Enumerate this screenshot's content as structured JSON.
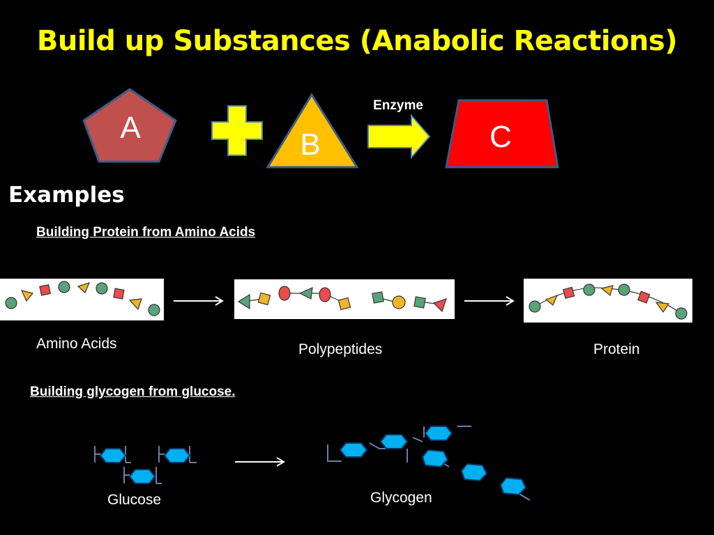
{
  "title": "Build up Substances (Anabolic Reactions)",
  "reaction": {
    "shape_a_label": "A",
    "shape_b_label": "B",
    "shape_c_label": "C",
    "enzyme_label": "Enzyme",
    "colors": {
      "a_fill": "#c0504d",
      "b_fill": "#ffc000",
      "c_fill": "#ff0000",
      "plus": "#ffff00",
      "arrow_fill": "#ffff00",
      "arrow_stroke": "#4f81bd"
    }
  },
  "examples_heading": "Examples",
  "protein_example": {
    "heading": "Building Protein from Amino Acids",
    "stages": [
      {
        "label": "Amino Acids"
      },
      {
        "label": "Polypeptides"
      },
      {
        "label": "Protein"
      }
    ]
  },
  "glycogen_example": {
    "heading": "Building glycogen from glucose.",
    "stages": [
      {
        "label": "Glucose"
      },
      {
        "label": "Glycogen"
      }
    ]
  }
}
